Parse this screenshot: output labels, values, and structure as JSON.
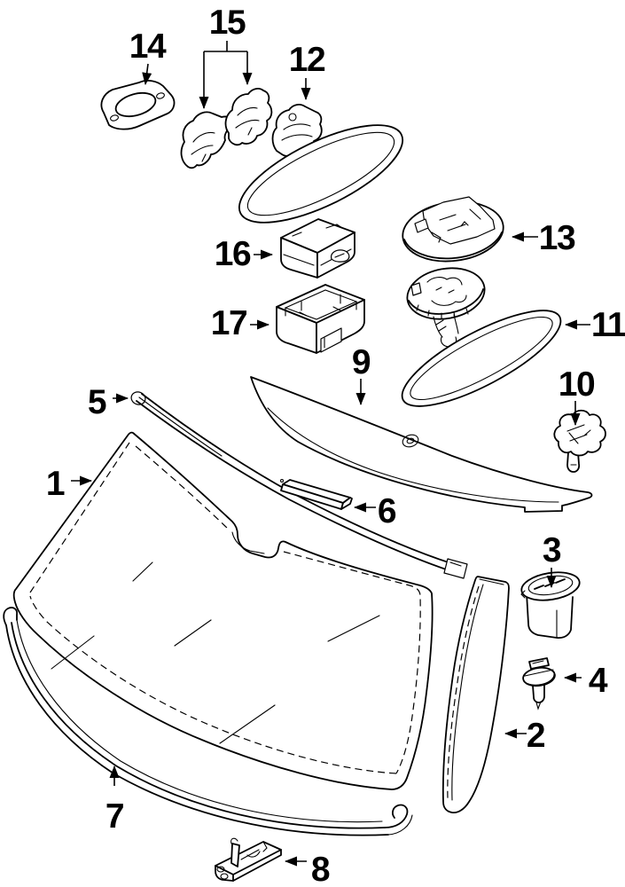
{
  "figure": {
    "background": "#ffffff",
    "line_color": "#000000",
    "callouts": [
      {
        "label": "1"
      },
      {
        "label": "2"
      },
      {
        "label": "3"
      },
      {
        "label": "4"
      },
      {
        "label": "5"
      },
      {
        "label": "6"
      },
      {
        "label": "7"
      },
      {
        "label": "8"
      },
      {
        "label": "9"
      },
      {
        "label": "10"
      },
      {
        "label": "11"
      },
      {
        "label": "12"
      },
      {
        "label": "13"
      },
      {
        "label": "14"
      },
      {
        "label": "15"
      },
      {
        "label": "16"
      },
      {
        "label": "17"
      }
    ]
  }
}
